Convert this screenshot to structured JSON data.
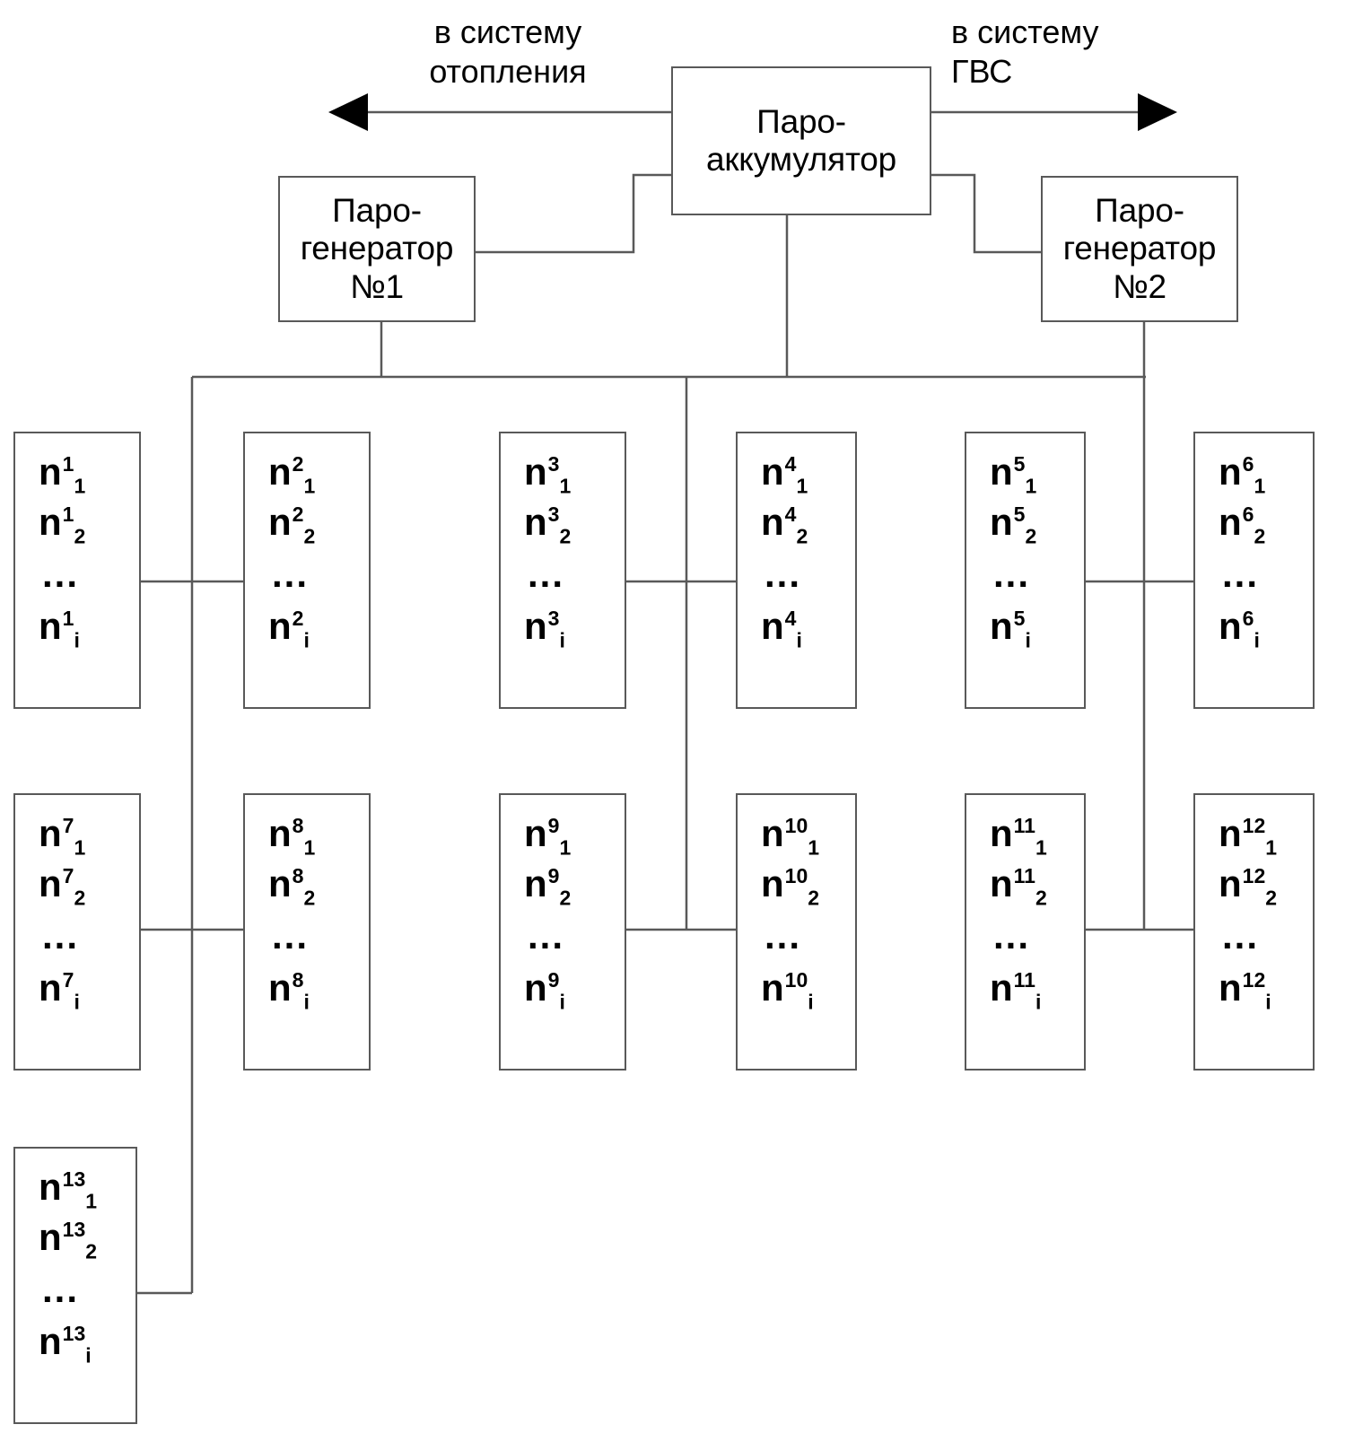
{
  "diagram": {
    "title_blocks": {
      "accumulator": {
        "lines": [
          "Паро-",
          "аккумулятор"
        ]
      },
      "generator1": {
        "lines": [
          "Паро-",
          "генератор",
          "№1"
        ]
      },
      "generator2": {
        "lines": [
          "Паро-",
          "генератор",
          "№2"
        ]
      }
    },
    "arrow_labels": {
      "left": {
        "lines": [
          "в систему",
          "отопления"
        ]
      },
      "right": {
        "lines": [
          "в систему",
          "ГВС"
        ]
      }
    },
    "term_rows": [
      "1",
      "2",
      "...",
      "i"
    ],
    "groups": [
      {
        "id": "g1",
        "superscript": "1",
        "terms": [
          "1",
          "2",
          "...",
          "i"
        ]
      },
      {
        "id": "g2",
        "superscript": "2",
        "terms": [
          "1",
          "2",
          "...",
          "i"
        ]
      },
      {
        "id": "g3",
        "superscript": "3",
        "terms": [
          "1",
          "2",
          "...",
          "i"
        ]
      },
      {
        "id": "g4",
        "superscript": "4",
        "terms": [
          "1",
          "2",
          "...",
          "i"
        ]
      },
      {
        "id": "g5",
        "superscript": "5",
        "terms": [
          "1",
          "2",
          "...",
          "i"
        ]
      },
      {
        "id": "g6",
        "superscript": "6",
        "terms": [
          "1",
          "2",
          "...",
          "i"
        ]
      },
      {
        "id": "g7",
        "superscript": "7",
        "terms": [
          "1",
          "2",
          "...",
          "i"
        ]
      },
      {
        "id": "g8",
        "superscript": "8",
        "terms": [
          "1",
          "2",
          "...",
          "i"
        ]
      },
      {
        "id": "g9",
        "superscript": "9",
        "terms": [
          "1",
          "2",
          "...",
          "i"
        ]
      },
      {
        "id": "g10",
        "superscript": "10",
        "terms": [
          "1",
          "2",
          "...",
          "i"
        ]
      },
      {
        "id": "g11",
        "superscript": "11",
        "terms": [
          "1",
          "2",
          "...",
          "i"
        ]
      },
      {
        "id": "g12",
        "superscript": "12",
        "terms": [
          "1",
          "2",
          "...",
          "i"
        ]
      },
      {
        "id": "g13",
        "superscript": "13",
        "terms": [
          "1",
          "2",
          "...",
          "i"
        ]
      }
    ],
    "base_symbol": "n",
    "colors": {
      "stroke": "#595959",
      "arrow": "#000000",
      "text": "#000000",
      "background": "#ffffff"
    }
  }
}
